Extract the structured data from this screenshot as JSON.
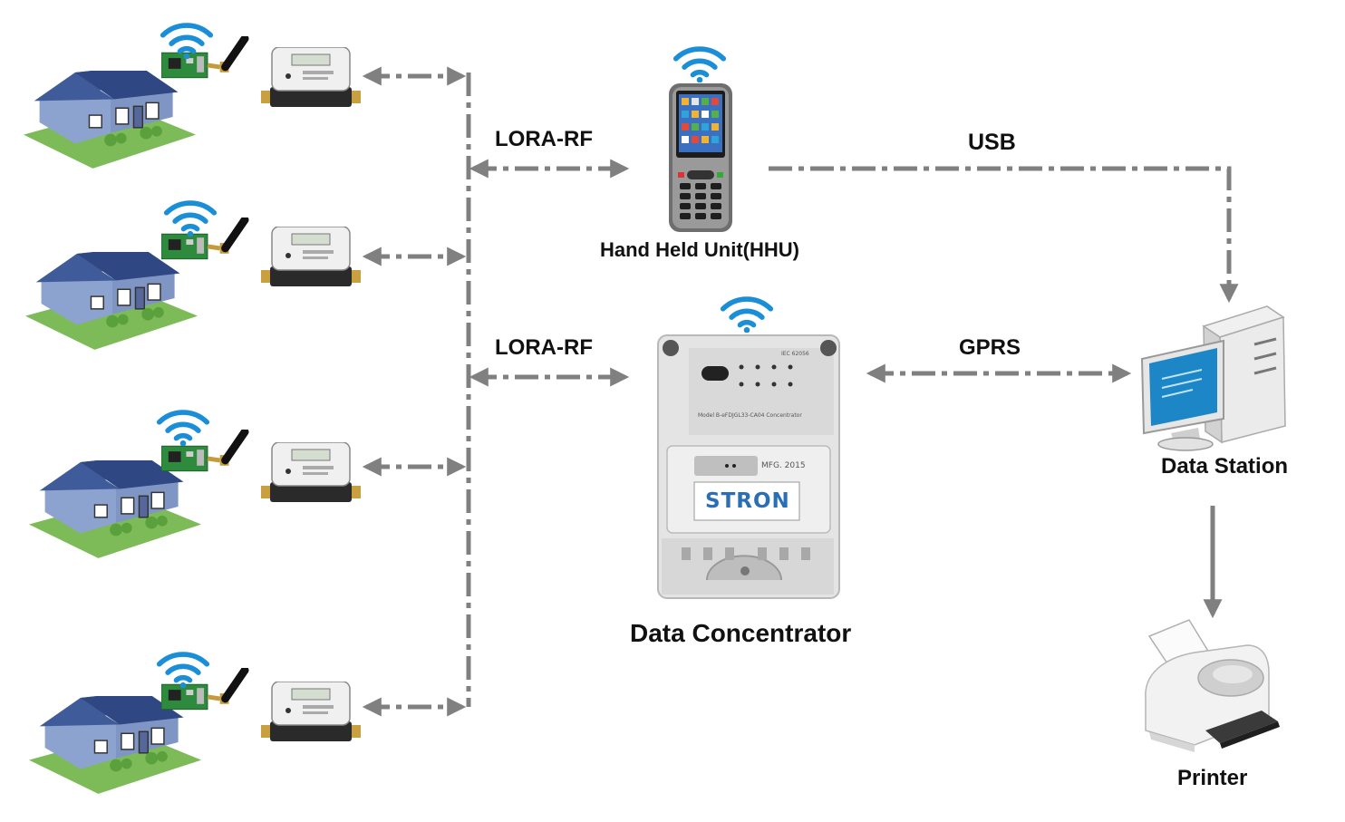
{
  "links": {
    "lora_rf_hhu": "LORA-RF",
    "lora_rf_concentrator": "LORA-RF",
    "usb": "USB",
    "gprs": "GPRS"
  },
  "devices": {
    "hhu": "Hand Held Unit(HHU)",
    "concentrator": "Data Concentrator",
    "data_station": "Data Station",
    "printer": "Printer"
  },
  "concentrator_panel": {
    "brand": "STRON",
    "mfg": "MFG. 2015",
    "standard": "IEC 62056",
    "model": "Model B-eFDJGL33-CA04 Concentrator"
  },
  "colors": {
    "connector": "#808080",
    "wifi": "#1a8fd8",
    "roof": "#3f5b99",
    "wall": "#8ca3cf",
    "grass": "#7dbb59",
    "brass": "#c8a040",
    "screen": "#1c86c6"
  },
  "icons": [
    "house-icon",
    "rf-module-icon",
    "wifi-icon",
    "water-meter-icon",
    "handheld-terminal-icon",
    "concentrator-icon",
    "computer-icon",
    "printer-icon"
  ]
}
